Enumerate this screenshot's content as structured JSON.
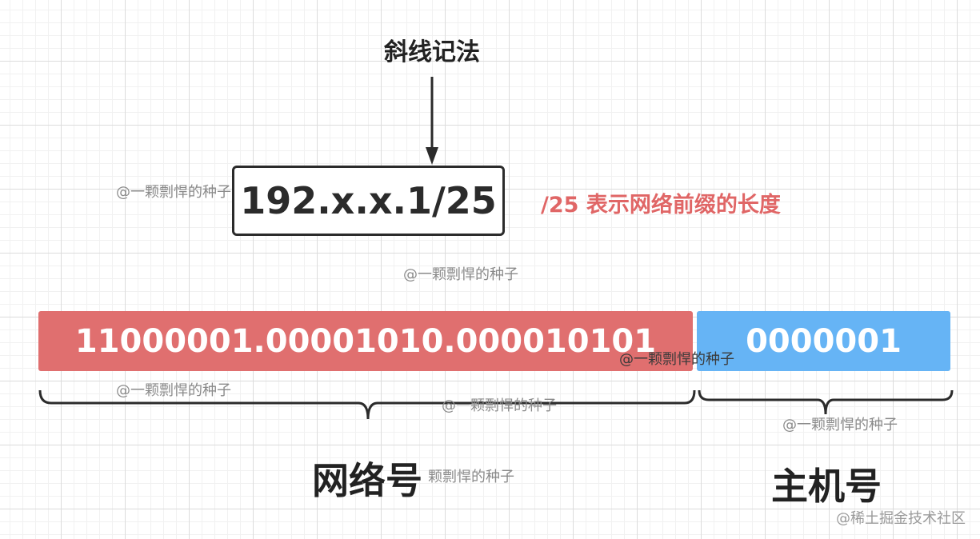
{
  "title": "斜线记法",
  "notation": "192.x.x.1/25",
  "prefix_note": "/25 表示网络前缀的长度",
  "network_bits": "11000001.00001010.000010101",
  "host_bits": "0000001",
  "network_label": "网络号",
  "host_label": "主机号",
  "watermarks": {
    "w1": "@一颗剽悍的种子",
    "w2": "@一颗剽悍的种子",
    "w3": "@一颗剽悍的种子",
    "w4": "@一颗剽悍的种子",
    "w5": "@一颗剽悍的种子",
    "w6": "@一颗剽悍的种子",
    "w7": "颗剽悍的种子"
  },
  "site_mark": "@稀土掘金技术社区",
  "colors": {
    "network_bar": "#e06f6f",
    "host_bar": "#66b4f5",
    "note": "#e06666",
    "line": "#2b2b2b"
  }
}
